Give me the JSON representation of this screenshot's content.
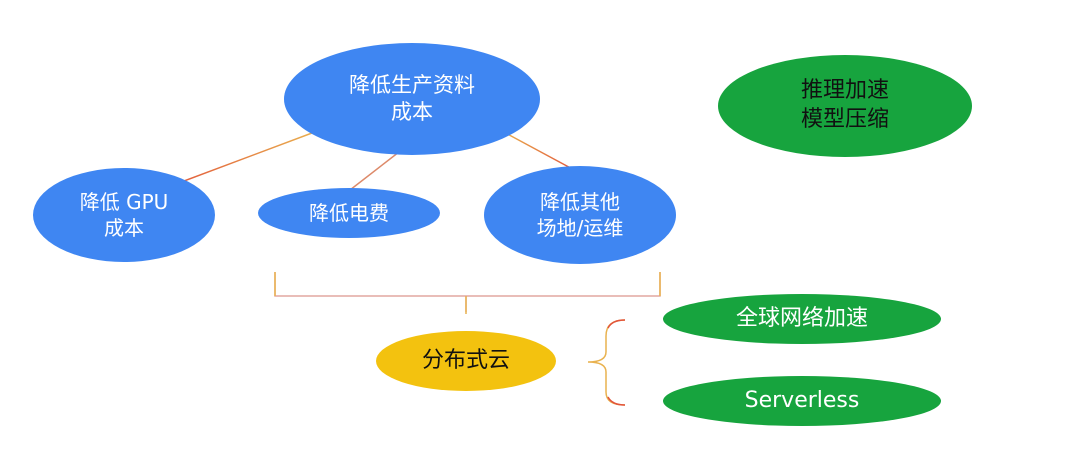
{
  "colors": {
    "blue": "#3f86f2",
    "green": "#17a43e",
    "yellow": "#f3c20f",
    "connector": "#e6a94c",
    "connector_alt": "#e2533b"
  },
  "nodes": {
    "root": {
      "line1": "降低生产资料",
      "line2": "成本"
    },
    "gpu": {
      "line1": "降低 GPU",
      "line2": "成本"
    },
    "power": {
      "line1": "降低电费"
    },
    "other": {
      "line1": "降低其他",
      "line2": "场地/运维"
    },
    "inference": {
      "line1": "推理加速",
      "line2": "模型压缩"
    },
    "cloud": {
      "line1": "分布式云"
    },
    "network": {
      "line1": "全球网络加速"
    },
    "serverless": {
      "line1": "Serverless"
    }
  }
}
